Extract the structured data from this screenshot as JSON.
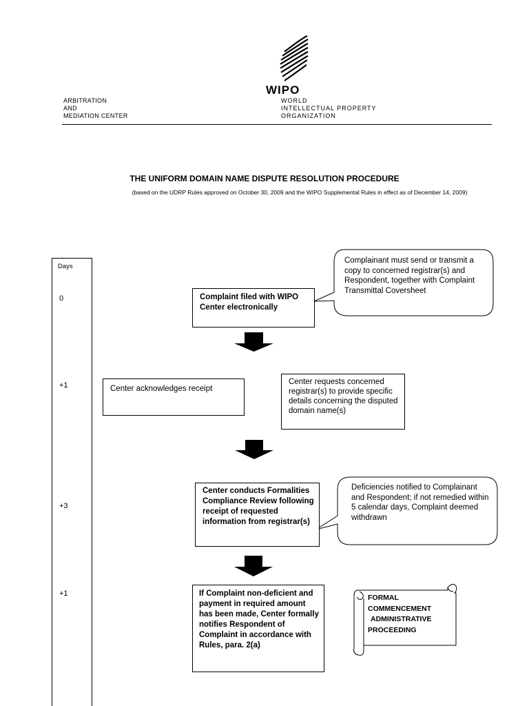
{
  "header": {
    "org_lines": [
      "ARBITRATION",
      "AND",
      "MEDIATION CENTER"
    ],
    "logo_word": "WIPO",
    "logo_sub": [
      "WORLD",
      "INTELLECTUAL PROPERTY",
      "ORGANIZATION"
    ]
  },
  "title": "THE UNIFORM DOMAIN NAME DISPUTE RESOLUTION PROCEDURE",
  "subtitle": "(based on the UDRP Rules approved on October 30, 2009 and the WIPO Supplemental Rules in effect as of December 14, 2009)",
  "days": {
    "label": "Days",
    "steps": [
      "0",
      "+1",
      "+3",
      "+1"
    ]
  },
  "flow": {
    "complaint_filed": "Complaint filed with WIPO Center electronically",
    "complainant_note": "Complainant must send or transmit a copy to concerned registrar(s) and Respondent, together with Complaint Transmittal Coversheet",
    "acknowledges": "Center acknowledges receipt",
    "registrar_request": "Center requests concerned registrar(s) to provide specific details concerning the disputed domain name(s)",
    "compliance_review": "Center conducts Formalities Compliance Review following receipt of requested information from registrar(s)",
    "deficiencies_note": "Deficiencies notified to Complainant and Respondent; if not remedied within 5 calendar days, Complaint deemed withdrawn",
    "formal_notice": "If Complaint non-deficient and payment in required amount has been made, Center formally notifies Respondent of Complaint in accordance with Rules, para. 2(a)",
    "commencement": [
      "FORMAL",
      "COMMENCEMENT",
      "ADMINISTRATIVE",
      "PROCEEDING"
    ]
  }
}
